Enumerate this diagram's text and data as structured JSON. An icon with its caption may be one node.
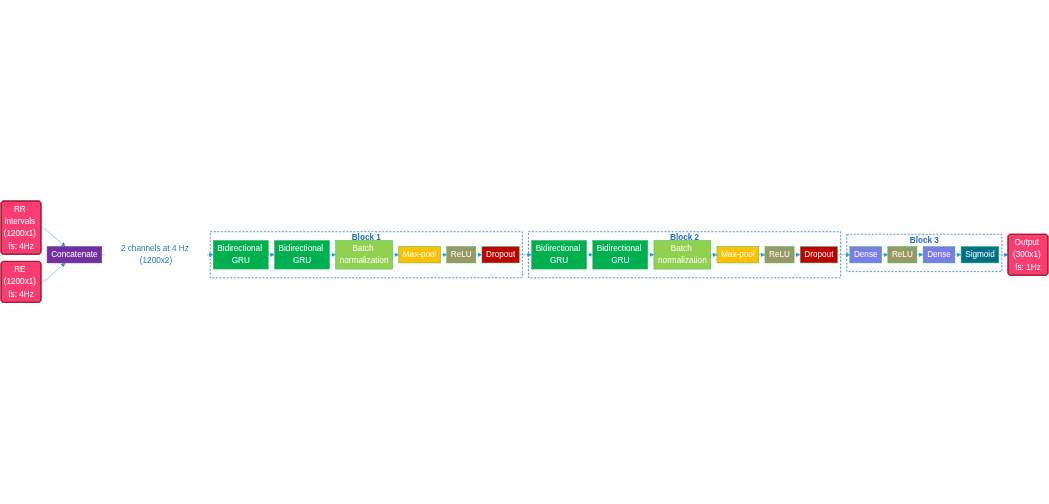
{
  "diagram": {
    "nodes": [
      {
        "text": [
          "RR intervals (1200x1) fs: 4Hz"
        ]
      },
      {
        "text": [
          "RE (1200x1) fs: 4Hz"
        ]
      },
      {
        "text": [
          "Concatenate"
        ]
      },
      {
        "text": [
          "Block 1"
        ]
      },
      {
        "text": [
          "Bidirectional GRU"
        ],
        "in": 3
      },
      {
        "text": [
          "Bidirectional GRU"
        ],
        "in": 3
      },
      {
        "text": [
          "Batch normalization"
        ],
        "in": 3
      },
      {
        "text": [
          "Max-pool"
        ],
        "in": 3
      },
      {
        "text": [
          "ReLU"
        ],
        "in": 3
      },
      {
        "text": [
          "Dropout"
        ],
        "in": 3
      },
      {
        "text": [
          "Block 2"
        ]
      },
      {
        "text": [
          "Bidirectional GRU"
        ],
        "in": 10
      },
      {
        "text": [
          "Bidirectional GRU"
        ],
        "in": 10
      },
      {
        "text": [
          "Batch normalization"
        ],
        "in": 10
      },
      {
        "text": [
          "Max-pool"
        ],
        "in": 10
      },
      {
        "text": [
          "ReLU"
        ],
        "in": 10
      },
      {
        "text": [
          "Dropout"
        ],
        "in": 10
      },
      {
        "text": [
          "Block 3"
        ]
      },
      {
        "text": [
          "Dense"
        ],
        "in": 17
      },
      {
        "text": [
          "ReLU"
        ],
        "in": 17
      },
      {
        "text": [
          "Dense"
        ],
        "in": 17
      },
      {
        "text": [
          "Sigmoid"
        ],
        "in": 17
      },
      {
        "text": [
          "Output (300x1) fs: 1Hz"
        ]
      }
    ],
    "edges": [
      {
        "from": 0,
        "to": 2,
        "arrow": "to"
      },
      {
        "from": 1,
        "to": 2,
        "arrow": "to"
      },
      {
        "from": 2,
        "to": 4,
        "arrow": "to",
        "label": "2 channels at 4 Hz (1200x2)"
      },
      {
        "from": 4,
        "to": 5,
        "arrow": "to"
      },
      {
        "from": 5,
        "to": 6,
        "arrow": "to"
      },
      {
        "from": 6,
        "to": 7,
        "arrow": "to"
      },
      {
        "from": 7,
        "to": 8,
        "arrow": "to"
      },
      {
        "from": 8,
        "to": 9,
        "arrow": "to"
      },
      {
        "from": 9,
        "to": 11,
        "arrow": "to"
      },
      {
        "from": 11,
        "to": 12,
        "arrow": "to"
      },
      {
        "from": 12,
        "to": 13,
        "arrow": "to"
      },
      {
        "from": 13,
        "to": 14,
        "arrow": "to"
      },
      {
        "from": 14,
        "to": 15,
        "arrow": "to"
      },
      {
        "from": 15,
        "to": 16,
        "arrow": "to"
      },
      {
        "from": 16,
        "to": 18,
        "arrow": "to"
      },
      {
        "from": 18,
        "to": 19,
        "arrow": "to"
      },
      {
        "from": 19,
        "to": 20,
        "arrow": "to"
      },
      {
        "from": 20,
        "to": 21,
        "arrow": "to"
      },
      {
        "from": 21,
        "to": 22,
        "arrow": "to"
      }
    ]
  }
}
